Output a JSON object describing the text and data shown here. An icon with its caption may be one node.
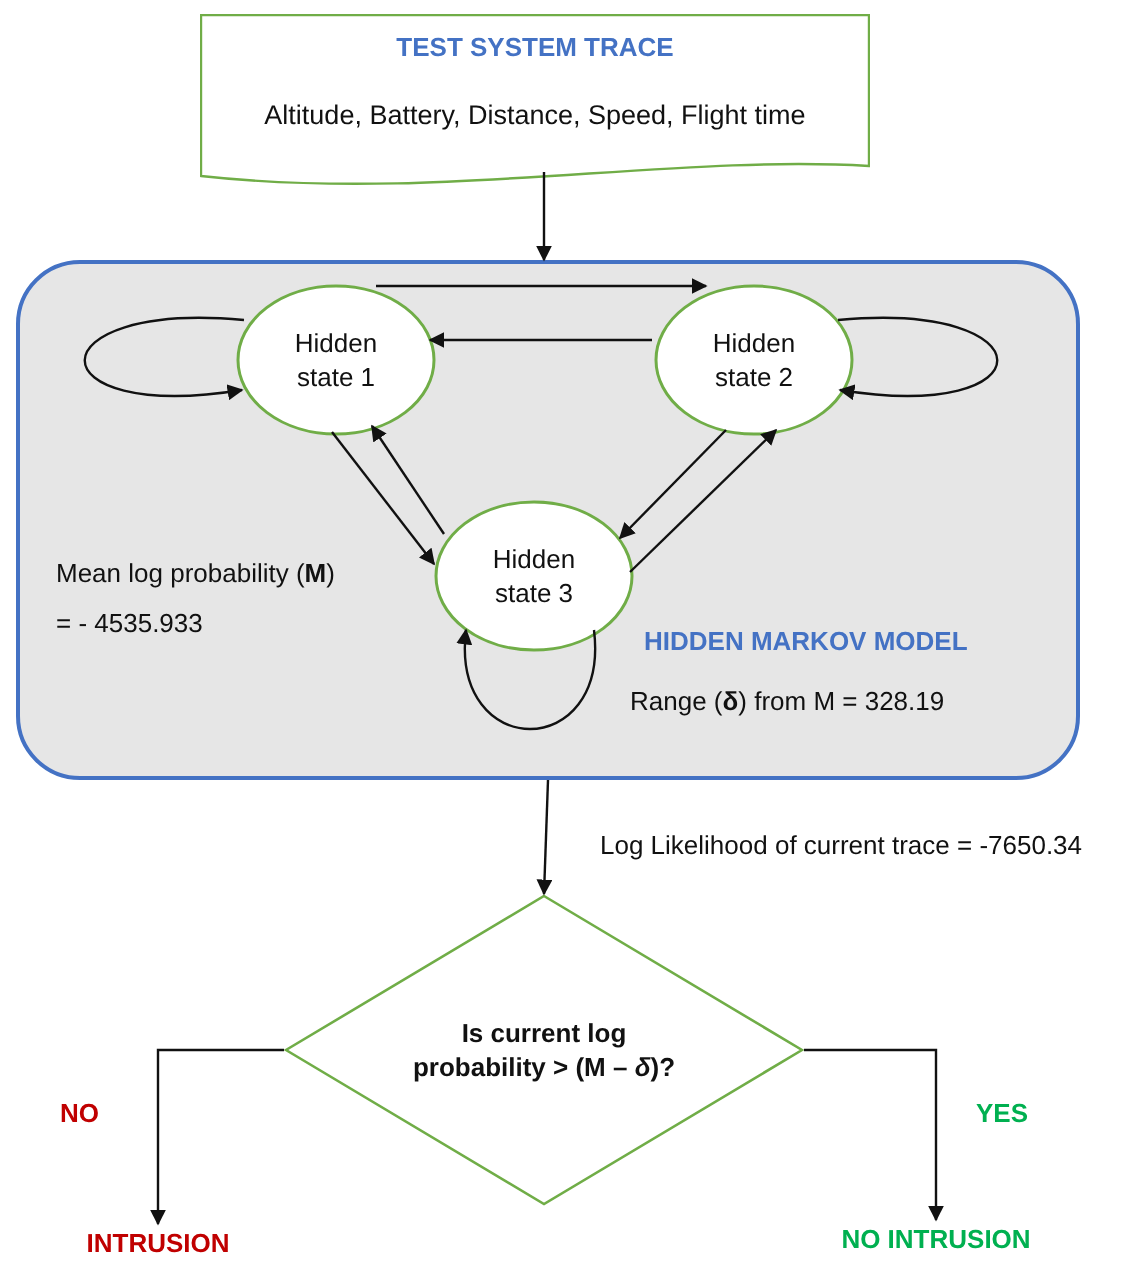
{
  "diagram": {
    "nodes": [
      {
        "text": [
          "TEST SYSTEM TRACE",
          "Altitude, Battery, Distance, Speed, Flight time"
        ]
      },
      {
        "text": [
          "HIDDEN MARKOV MODEL",
          "Mean log probability (**M**) = - 4535.933",
          "Range (**δ**) from M = 328.19"
        ]
      },
      {
        "text": [
          "Hidden state 1"
        ],
        "in": 1
      },
      {
        "text": [
          "Hidden state 2"
        ],
        "in": 1
      },
      {
        "text": [
          "Hidden state 3"
        ],
        "in": 1
      },
      {
        "text": [
          "Is current log probability > (M – *δ*)?"
        ]
      },
      {
        "text": [
          "INTRUSION"
        ]
      },
      {
        "text": [
          "NO INTRUSION"
        ]
      }
    ],
    "edges": [
      {
        "from": 0,
        "to": 1,
        "arrow": "to"
      },
      {
        "from": 2,
        "to": 3,
        "arrow": "to"
      },
      {
        "from": 3,
        "to": 2,
        "arrow": "to"
      },
      {
        "from": 2,
        "to": 2,
        "arrow": "to"
      },
      {
        "from": 3,
        "to": 3,
        "arrow": "to"
      },
      {
        "from": 2,
        "to": 4,
        "arrow": "to"
      },
      {
        "from": 4,
        "to": 2,
        "arrow": "to"
      },
      {
        "from": 3,
        "to": 4,
        "arrow": "to"
      },
      {
        "from": 4,
        "to": 3,
        "arrow": "to"
      },
      {
        "from": 4,
        "to": 4,
        "arrow": "to"
      },
      {
        "from": 1,
        "to": 5,
        "label": "Log Likelihood of current trace = -7650.34",
        "arrow": "to"
      },
      {
        "from": 5,
        "to": 6,
        "label": "NO",
        "arrow": "to"
      },
      {
        "from": 5,
        "to": 7,
        "label": "YES",
        "arrow": "to"
      }
    ]
  }
}
